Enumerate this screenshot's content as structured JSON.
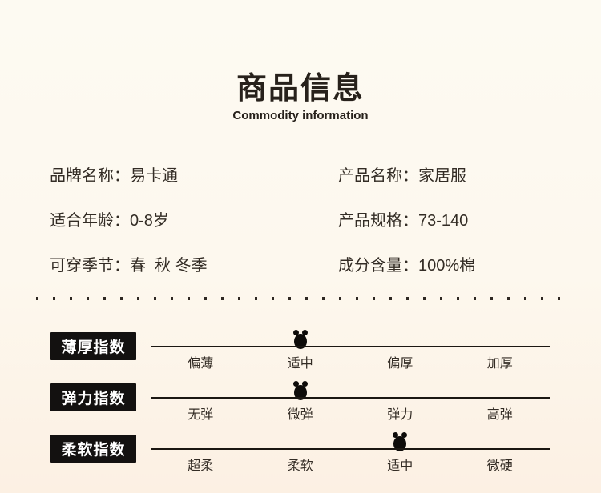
{
  "header": {
    "title": "商品信息",
    "subtitle": "Commodity information"
  },
  "info": {
    "items": [
      {
        "label": "品牌名称：",
        "value": "易卡通"
      },
      {
        "label": "适合年龄：",
        "value": "0-8岁"
      },
      {
        "label": "可穿季节：",
        "value": "春  秋 冬季"
      },
      {
        "label": "产品名称：",
        "value": "家居服"
      },
      {
        "label": "产品规格：",
        "value": "73-140"
      },
      {
        "label": "成分含量：",
        "value": "100%棉"
      }
    ]
  },
  "indexes": [
    {
      "name": "薄厚指数",
      "levels": [
        "偏薄",
        "适中",
        "偏厚",
        "加厚"
      ],
      "marker_index": 1
    },
    {
      "name": "弹力指数",
      "levels": [
        "无弹",
        "微弹",
        "弹力",
        "高弹"
      ],
      "marker_index": 1
    },
    {
      "name": "柔软指数",
      "levels": [
        "超柔",
        "柔软",
        "适中",
        "微硬"
      ],
      "marker_index": 2
    }
  ],
  "icons": {
    "marker": "ladybug-icon"
  },
  "colors": {
    "background_top": "#fdfaf2",
    "background_bottom": "#fcf0e3",
    "text": "#332c25",
    "badge_background": "#131110",
    "badge_text": "#ffffff",
    "line": "#1b1712"
  }
}
